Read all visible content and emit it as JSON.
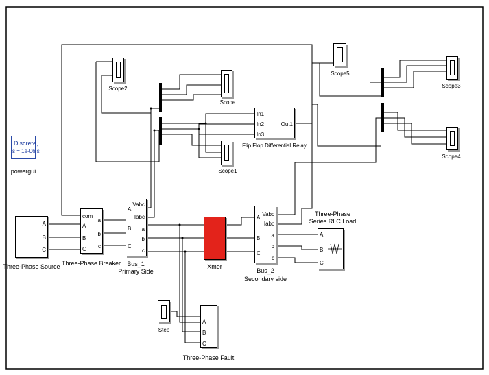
{
  "blocks": {
    "powergui": {
      "line1": "Discrete,",
      "line2": "s = 1e-06 s",
      "label": "powergui"
    },
    "source": {
      "label": "Three-Phase Source",
      "ports": [
        "A",
        "B",
        "C"
      ]
    },
    "breaker": {
      "label": "Three-Phase Breaker",
      "ports_in": [
        "com",
        "A",
        "B",
        "C"
      ],
      "ports_out": [
        "a",
        "b",
        "c"
      ]
    },
    "bus1": {
      "label_line1": "Bus_1",
      "label_line2": "Primary Side",
      "ports_in": [
        "A",
        "B",
        "C"
      ],
      "ports_out": [
        "Vabc",
        "Iabc",
        "a",
        "b",
        "c"
      ]
    },
    "xmer": {
      "label": "Xmer"
    },
    "bus2": {
      "label_line1": "Bus_2",
      "label_line2": "Secondary side",
      "ports_in": [
        "A",
        "B",
        "C"
      ],
      "ports_out": [
        "Vabc",
        "Iabc",
        "a",
        "b",
        "c"
      ]
    },
    "load": {
      "label_line1": "Three-Phase",
      "label_line2": "Series RLC Load",
      "ports": [
        "A",
        "B",
        "C"
      ]
    },
    "relay": {
      "label": "Flip Flop Differential Relay",
      "ports_in": [
        "In1",
        "In2",
        "In3"
      ],
      "port_out": "Out1"
    },
    "fault": {
      "label": "Three-Phase Fault",
      "ports": [
        "A",
        "B",
        "C"
      ]
    },
    "step": {
      "label": "Step"
    },
    "scope": {
      "label": "Scope"
    },
    "scope1": {
      "label": "Scope1"
    },
    "scope2": {
      "label": "Scope2"
    },
    "scope3": {
      "label": "Scope3"
    },
    "scope4": {
      "label": "Scope4"
    },
    "scope5": {
      "label": "Scope5"
    }
  },
  "colors": {
    "xmer_fill": "#e3231b",
    "powergui_text": "#1a3a9e",
    "wire": "#000000"
  }
}
